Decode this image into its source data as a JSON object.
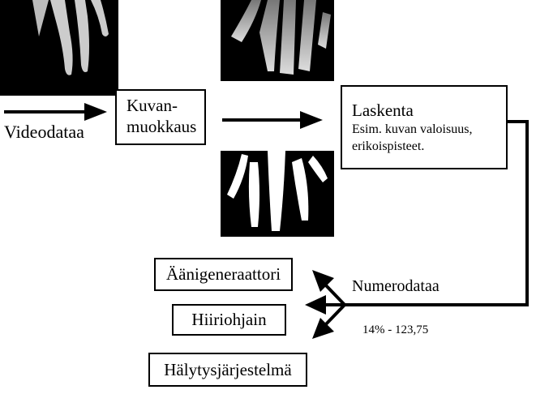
{
  "input_label": "Videodataa",
  "processing_box": {
    "line1": "Kuvan-",
    "line2": "muokkaus"
  },
  "calc_box": {
    "title": "Laskenta",
    "line1": "Esim. kuvan valoisuus,",
    "line2": "erikoispisteet."
  },
  "output_label": "Numerodataa",
  "output_example": "14% - 123,75",
  "outputs": [
    "Äänigeneraattori",
    "Hiiriohjain",
    "Hälytysjärjestelmä"
  ],
  "colors": {
    "line": "#000000",
    "image_bg": "#000000"
  }
}
